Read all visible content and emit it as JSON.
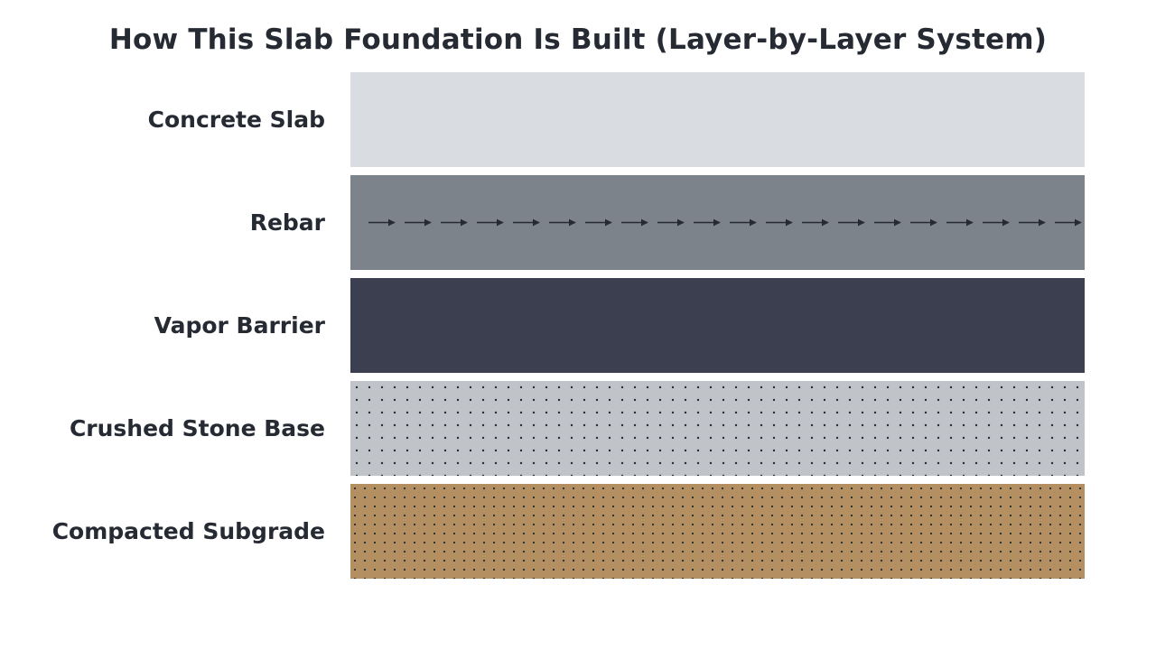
{
  "title": "How This Slab Foundation Is Built (Layer-by-Layer System)",
  "layers": [
    {
      "label": "Concrete Slab",
      "color": "#d9dce0",
      "texture": "none"
    },
    {
      "label": "Rebar",
      "color": "#7d838b",
      "texture": "arrows"
    },
    {
      "label": "Vapor Barrier",
      "color": "#3b3f50",
      "texture": "none"
    },
    {
      "label": "Crushed Stone Base",
      "color": "#c0c4c9",
      "texture": "sparse-dots"
    },
    {
      "label": "Compacted Subgrade",
      "color": "#b38f61",
      "texture": "dense-dots"
    }
  ],
  "colors": {
    "text": "#252a33",
    "marks": "#252a33",
    "background": "#ffffff"
  }
}
